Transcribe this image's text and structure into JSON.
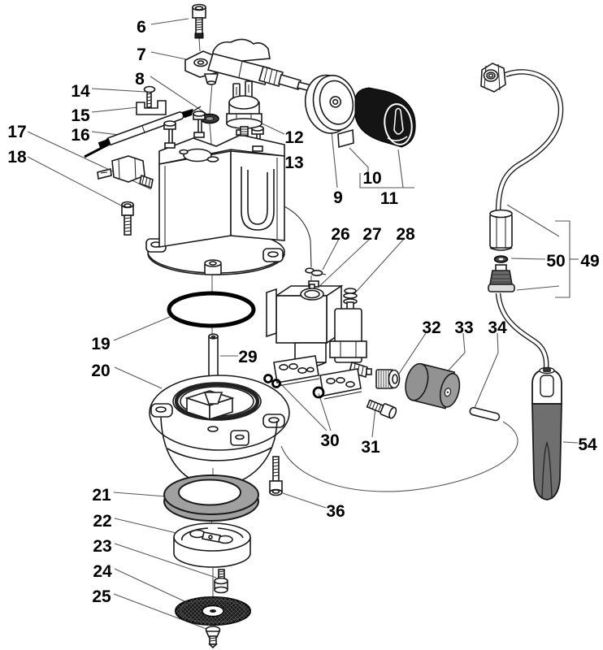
{
  "diagram_title": "",
  "labels": {
    "6": "6",
    "7": "7",
    "8": "8",
    "9": "9",
    "10": "10",
    "11": "11",
    "12": "12",
    "13": "13",
    "14": "14",
    "15": "15",
    "16": "16",
    "17": "17",
    "18": "18",
    "19": "19",
    "20": "20",
    "21": "21",
    "22": "22",
    "23": "23",
    "24": "24",
    "25": "25",
    "26": "26",
    "27": "27",
    "28": "28",
    "29": "29",
    "30": "30",
    "31": "31",
    "32": "32",
    "33": "33",
    "34": "34",
    "36": "36",
    "49": "49",
    "50": "50",
    "54": "54"
  },
  "colors": {
    "background": "#ffffff",
    "line_art": "#1a1a1a",
    "leader_line": "#555555",
    "gray_gasket_ring": "#a0a0a0",
    "gray_damper": "#929292",
    "handle_grip": "#6f6f6f",
    "black_knob": "#141414",
    "mesh_screen": "#161616",
    "dark_washer": "#3a3a3a"
  }
}
